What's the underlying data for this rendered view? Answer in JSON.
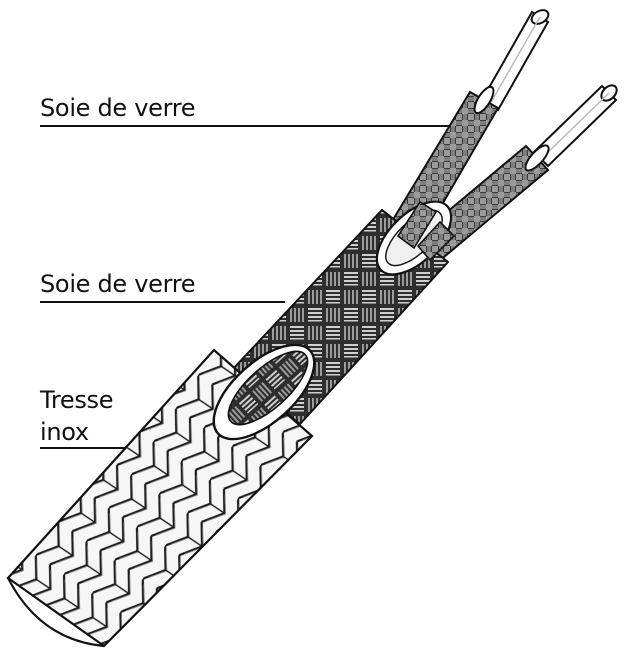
{
  "labels": {
    "wire_insulation": "Soie de verre",
    "inner_sheath": "Soie de verre",
    "outer_braid_line1": "Tresse",
    "outer_braid_line2": "inox"
  },
  "colors": {
    "ink": "#111111",
    "weave_dark": "#3a3a3a",
    "weave_mid": "#8a8a8a",
    "weave_light": "#d8d8d8",
    "braid_fill": "#f4f4f4",
    "copper_tip": "#ffffff"
  }
}
